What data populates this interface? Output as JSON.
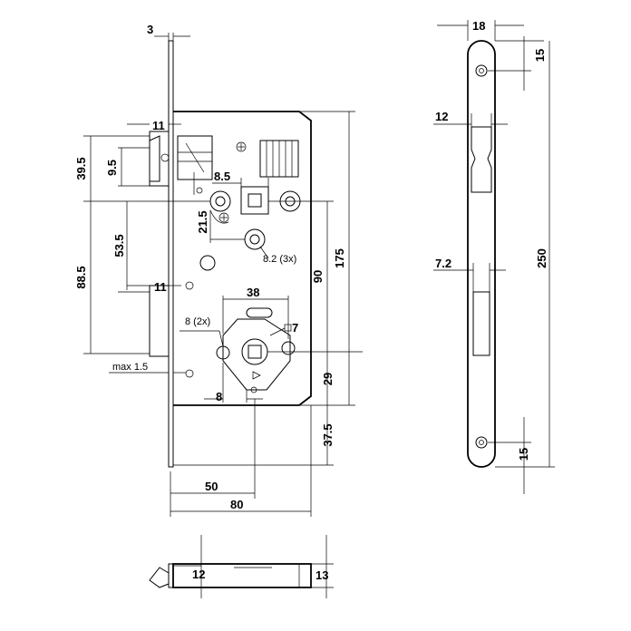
{
  "labels": {
    "faceplate_thickness": "3",
    "latch_offset_top": "11",
    "latch_height": "9.5",
    "latch_to_spindle": "39.5",
    "spindle_square": "8.5",
    "spindle_to_bolt_hole": "21.5",
    "latch_to_bolt": "53.5",
    "screw_holes": "8.2 (3x)",
    "total_height": "175",
    "bolt_to_cylinder": "88.5",
    "bolt_offset": "11",
    "cylinder_width": "38",
    "pin_holes": "8 (2x)",
    "key_square": "7",
    "spindle_to_cylinder": "90",
    "faceplate_max": "max 1.5",
    "pin_distance": "8",
    "cylinder_to_bottom_hole": "29",
    "bottom_to_base": "37.5",
    "backset": "50",
    "body_depth": "80",
    "plate_width": "18",
    "plate_hole_top": "15",
    "latch_slot_width": "12",
    "plate_length": "250",
    "bolt_slot_width": "7.2",
    "plate_hole_bottom": "15",
    "latch_depth": "12",
    "body_thickness": "13"
  }
}
